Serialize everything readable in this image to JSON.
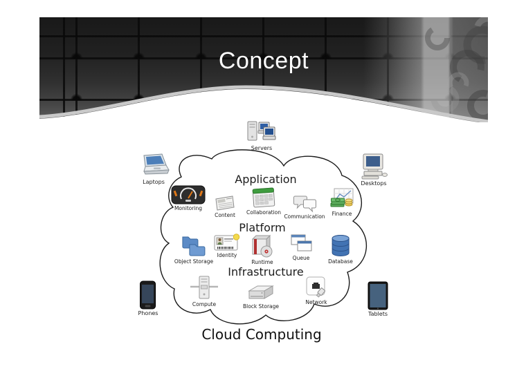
{
  "slide": {
    "title": "Concept",
    "caption": "Cloud Computing",
    "layers": {
      "application": "Application",
      "platform": "Platform",
      "infrastructure": "Infrastructure"
    },
    "devices": {
      "servers": "Servers",
      "laptops": "Laptops",
      "desktops": "Desktops",
      "phones": "Phones",
      "tablets": "Tablets"
    },
    "services": {
      "monitoring": "Monitoring",
      "content": "Content",
      "collaboration": "Collaboration",
      "communication": "Communication",
      "finance": "Finance",
      "identity": "Identity",
      "object_storage": "Object Storage",
      "runtime": "Runtime",
      "queue": "Queue",
      "database": "Database",
      "compute": "Compute",
      "block_storage": "Block Storage",
      "network": "Network"
    },
    "colors": {
      "header_tile_dark": "#1a1a1a",
      "header_tile_light": "#a9a9a9",
      "title_text": "#ffffff",
      "diagram_text": "#1a1a1a",
      "cloud_outline": "#1a1a1a",
      "slide_background": "#ffffff"
    }
  }
}
